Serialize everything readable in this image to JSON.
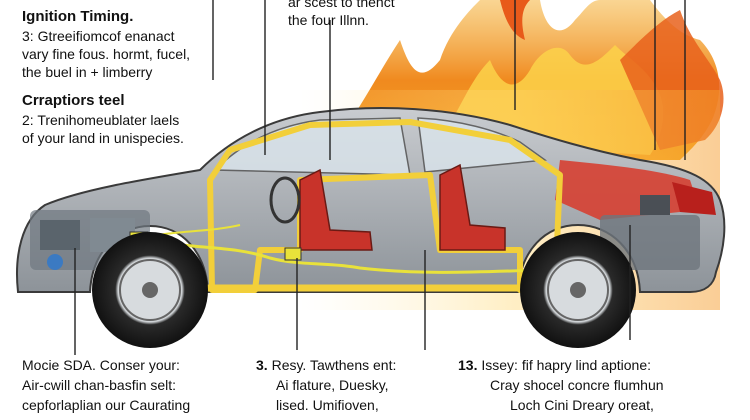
{
  "top_left": {
    "title": "Ignition Timing.",
    "lines": [
      "3: Gtreeifiomcof enanact",
      "vary fine fous. hormt, fucel,",
      "the buel in + limberry"
    ]
  },
  "mid_left": {
    "title": "Crraptiors teel",
    "lines": [
      "2: Trenihomeublater laels",
      "of your land in unispecies."
    ]
  },
  "top_center": {
    "lines": [
      "ar scest to thenct",
      "the four Illnn."
    ]
  },
  "bottom_left": {
    "lines": [
      "Mocie SDA. Conser your:",
      "Air-cwill chan-basfin selt:",
      "cepforlaplian our Caurating"
    ]
  },
  "bottom_center": {
    "number": "3.",
    "lines": [
      "Resy. Tawthens ent:",
      "Ai flature, Duesky,",
      "lised.     Umifioven,"
    ]
  },
  "bottom_right": {
    "number": "13.",
    "lines": [
      "Issey: fif hapry lind aptione:",
      "Cray shocel concre flumhun",
      "Loch Cini Dreary oreat,"
    ]
  },
  "colors": {
    "fire_outer": "#f08a1f",
    "fire_inner": "#fbd24a",
    "frame_yellow": "#f2cf3a",
    "seat_red": "#c8332a",
    "body_gray": "#9aa0a6",
    "wire_yellow": "#e9e23a"
  }
}
